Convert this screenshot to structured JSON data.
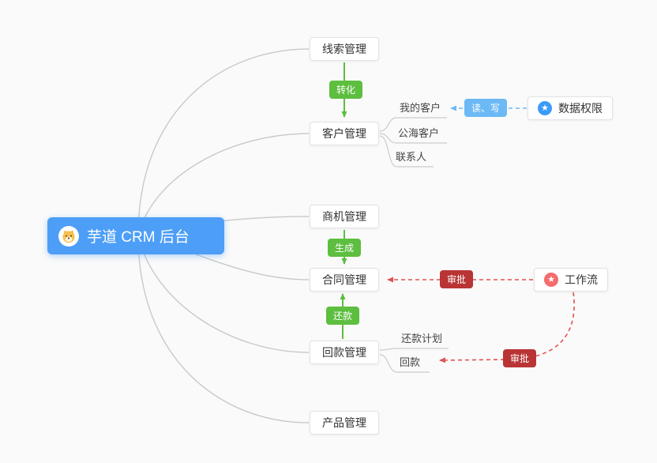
{
  "root": {
    "label": "芋道 CRM 后台"
  },
  "modules": {
    "leads": {
      "label": "线索管理"
    },
    "customer": {
      "label": "客户管理"
    },
    "opportunity": {
      "label": "商机管理"
    },
    "contract": {
      "label": "合同管理"
    },
    "receivable": {
      "label": "回款管理"
    },
    "product": {
      "label": "产品管理"
    }
  },
  "customer_children": {
    "my": {
      "label": "我的客户"
    },
    "public": {
      "label": "公海客户"
    },
    "contact": {
      "label": "联系人"
    }
  },
  "receivable_children": {
    "plan": {
      "label": "还款计划"
    },
    "payment": {
      "label": "回款"
    }
  },
  "badges": {
    "convert": {
      "label": "转化"
    },
    "generate": {
      "label": "生成"
    },
    "repay": {
      "label": "还款"
    },
    "read_write": {
      "label": "读、写"
    },
    "approve_contract": {
      "label": "审批"
    },
    "approve_receivable": {
      "label": "审批"
    }
  },
  "side_nodes": {
    "data_permission": {
      "label": "数据权限",
      "icon": "star-icon"
    },
    "workflow": {
      "label": "工作流",
      "icon": "star-icon"
    }
  },
  "icons": {
    "star": "★"
  },
  "colors": {
    "root_bg": "#4D9EF6",
    "green": "#5DBE3F",
    "red_badge": "#B93434",
    "red_dash": "#E05252",
    "blue_badge": "#6CB9F6",
    "blue_icon": "#3B9CF7",
    "red_icon": "#F56C6C",
    "connector": "#C9C9C9",
    "box_border": "#E3E3E3",
    "canvas_bg": "#FAFAFA"
  }
}
